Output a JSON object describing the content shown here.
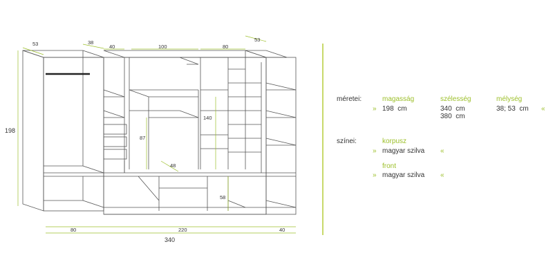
{
  "drawing": {
    "dims": {
      "d53_left": "53",
      "d38": "38",
      "d40_top": "40",
      "d100": "100",
      "d80_top": "80",
      "d53_right": "53",
      "d198": "198",
      "d87": "87",
      "d140": "140",
      "d48": "48",
      "d58": "58",
      "d80_bottom": "80",
      "d220": "220",
      "d40_bottom": "40",
      "d340": "340"
    }
  },
  "specs": {
    "meretei_label": "méretei:",
    "magassag_head": "magasság",
    "szelesseg_head": "szélesség",
    "melyseg_head": "mélység",
    "magassag_val": "198  cm",
    "szelesseg_val1": "340  cm",
    "szelesseg_val2": "380  cm",
    "melyseg_val": "38; 53  cm",
    "szinei_label": "színei:",
    "korpusz_head": "korpusz",
    "korpusz_val": "magyar szilva",
    "front_head": "front",
    "front_val": "magyar szilva",
    "quote_open": "»",
    "quote_close": "«"
  },
  "colors": {
    "accent": "#9cbf2a",
    "line": "#555555",
    "divider": "#c8d96a"
  }
}
